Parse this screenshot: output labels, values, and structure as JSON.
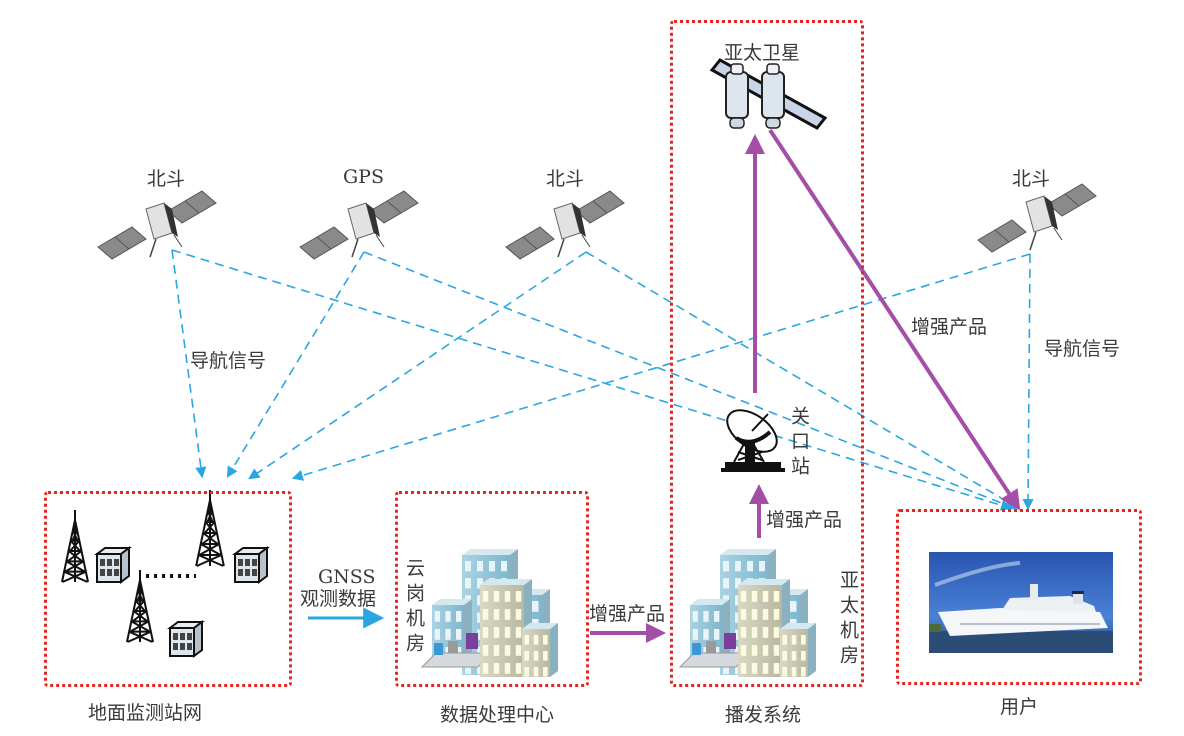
{
  "diagram": {
    "satellites": {
      "beidou_left": "北斗",
      "gps": "GPS",
      "beidou_mid": "北斗",
      "beidou_right": "北斗",
      "geo": "亚太卫星"
    },
    "edge_labels": {
      "nav_signal_left": "导航信号",
      "nav_signal_right": "导航信号",
      "enhance_geo_to_user": "增强产品",
      "enhance_center_to_broadcast": "增强产品",
      "enhance_room_to_gateway": "增强产品",
      "gnss_line1": "GNSS",
      "gnss_line2": "观测数据"
    },
    "nodes": {
      "gateway": "关口站",
      "cloud_room": "云岗机房",
      "apac_room": "亚太机房"
    },
    "groups": {
      "ground_network": "地面监测站网",
      "data_center": "数据处理中心",
      "broadcast_system": "播发系统",
      "user": "用户"
    },
    "colors": {
      "group_border": "#e52521",
      "nav_signal": "#2ba6e0",
      "enhance_product": "#a54ea8",
      "gnss_data": "#2ba6e0"
    }
  }
}
